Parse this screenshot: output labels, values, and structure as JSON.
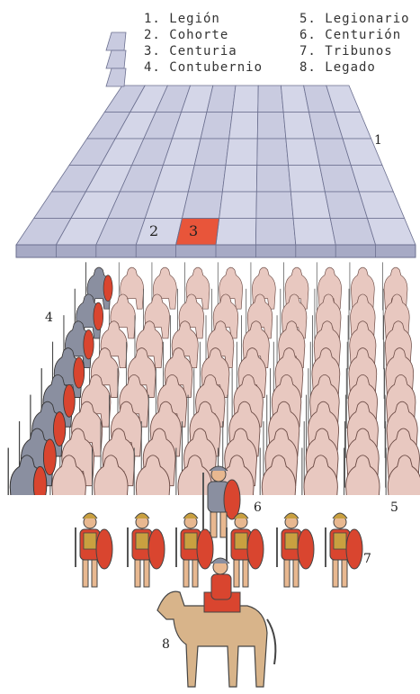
{
  "legend": {
    "col1": [
      "1. Legión",
      "2. Cohorte",
      "3. Centuria",
      "4. Contubernio"
    ],
    "col2": [
      "5. Legionario",
      "6. Centurión",
      "7. Tribunos",
      "8. Legado"
    ]
  },
  "labels": {
    "legion": "1",
    "cohort": "2",
    "century": "3",
    "contubernium": "4",
    "legionary": "5",
    "centurion": "6",
    "tribunes": "7",
    "legate": "8"
  },
  "colors": {
    "grid_fill": "#c9cbe0",
    "grid_line": "#6b6f8f",
    "century_highlight": "#e8553a",
    "soldier_fill": "#e8c8c0",
    "shield_red": "#d9452f",
    "armor_gray": "#8a8fa0",
    "horse": "#d8b48a"
  }
}
